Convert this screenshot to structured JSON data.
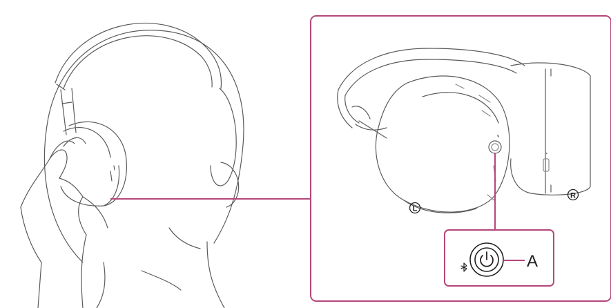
{
  "labels": {
    "left_marker": "L",
    "right_marker": "R",
    "callout": "A"
  },
  "colors": {
    "line": "#5a5a5a",
    "detail": "#8a8a8a",
    "accent": "#b5467a",
    "text": "#231f20"
  },
  "icons": {
    "power": "power-icon",
    "bluetooth": "bluetooth-icon"
  }
}
